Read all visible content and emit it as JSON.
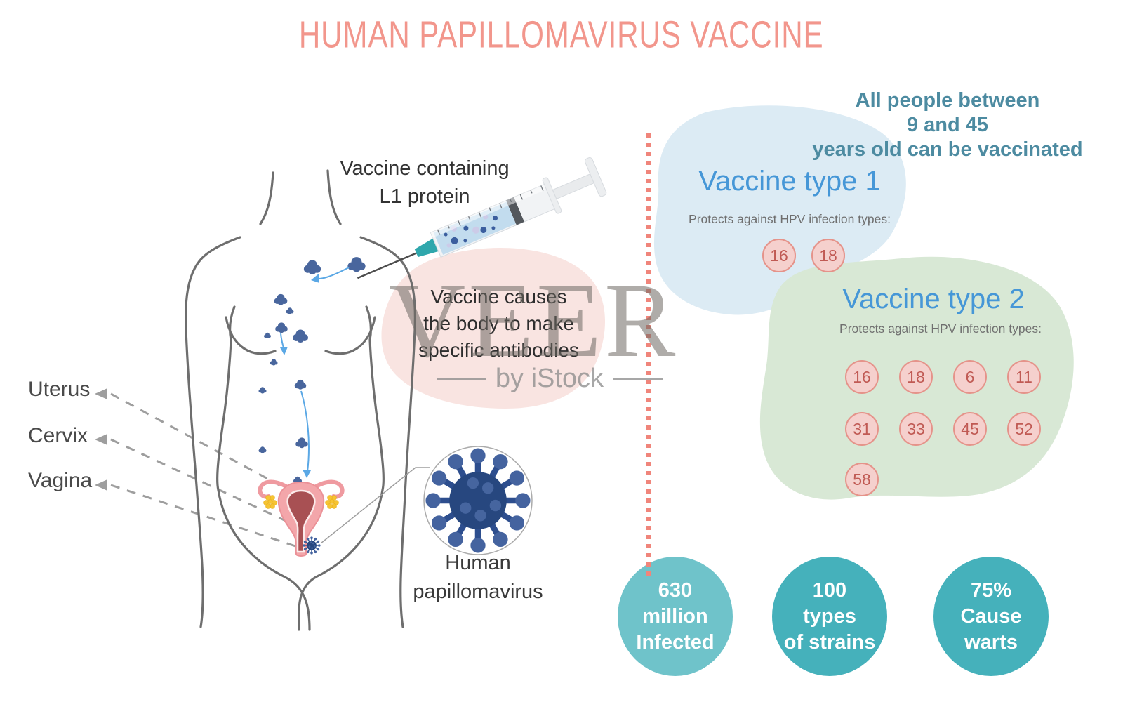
{
  "title": "HUMAN PAPILLOMAVIRUS VACCINE",
  "left": {
    "syringe_caption": [
      "Vaccine containing",
      "L1 protein"
    ],
    "antibody_caption": [
      "Vaccine causes",
      "the body to make",
      "specific antibodies"
    ],
    "organ_labels": [
      "Uterus",
      "Cervix",
      "Vagina"
    ],
    "virus_caption": [
      "Human",
      "papillomavirus"
    ]
  },
  "right": {
    "eligibility": [
      "All people between",
      "9 and 45",
      "years old can be vaccinated"
    ],
    "vaccine1": {
      "title": "Vaccine type 1",
      "subtitle": "Protects against HPV infection types:",
      "types": [
        "16",
        "18"
      ]
    },
    "vaccine2": {
      "title": "Vaccine type 2",
      "subtitle": "Protects against HPV infection types:",
      "types_row1": [
        "16",
        "18",
        "6",
        "11"
      ],
      "types_row2": [
        "31",
        "33",
        "45",
        "52"
      ],
      "types_row3": [
        "58"
      ]
    },
    "stats": [
      {
        "lines": [
          "630",
          "million",
          "Infected"
        ],
        "color": "#6fc3ca"
      },
      {
        "lines": [
          "100",
          "types",
          "of strains"
        ],
        "color": "#45b1bb"
      },
      {
        "lines": [
          "75%",
          "Cause",
          "warts"
        ],
        "color": "#45b1bb"
      }
    ]
  },
  "watermark": {
    "brand": "VEER",
    "byline": "by iStock"
  },
  "colors": {
    "title_salmon": "#f2968c",
    "heading_blue": "#4697d7",
    "eligibility_teal": "#4d8ba1",
    "subtitle_gray": "#6f6f6f",
    "blob_blue": "#dcebf4",
    "blob_green": "#d8e8d5",
    "blob_pink": "#f9e4e1",
    "type_circle_fill": "#f5d0cd",
    "type_circle_border": "#e5938a",
    "type_circle_text": "#c05a54",
    "divider_red": "#f0857b",
    "virus_blue": "#27477f",
    "body_outline_gray": "#6e6e6e"
  }
}
